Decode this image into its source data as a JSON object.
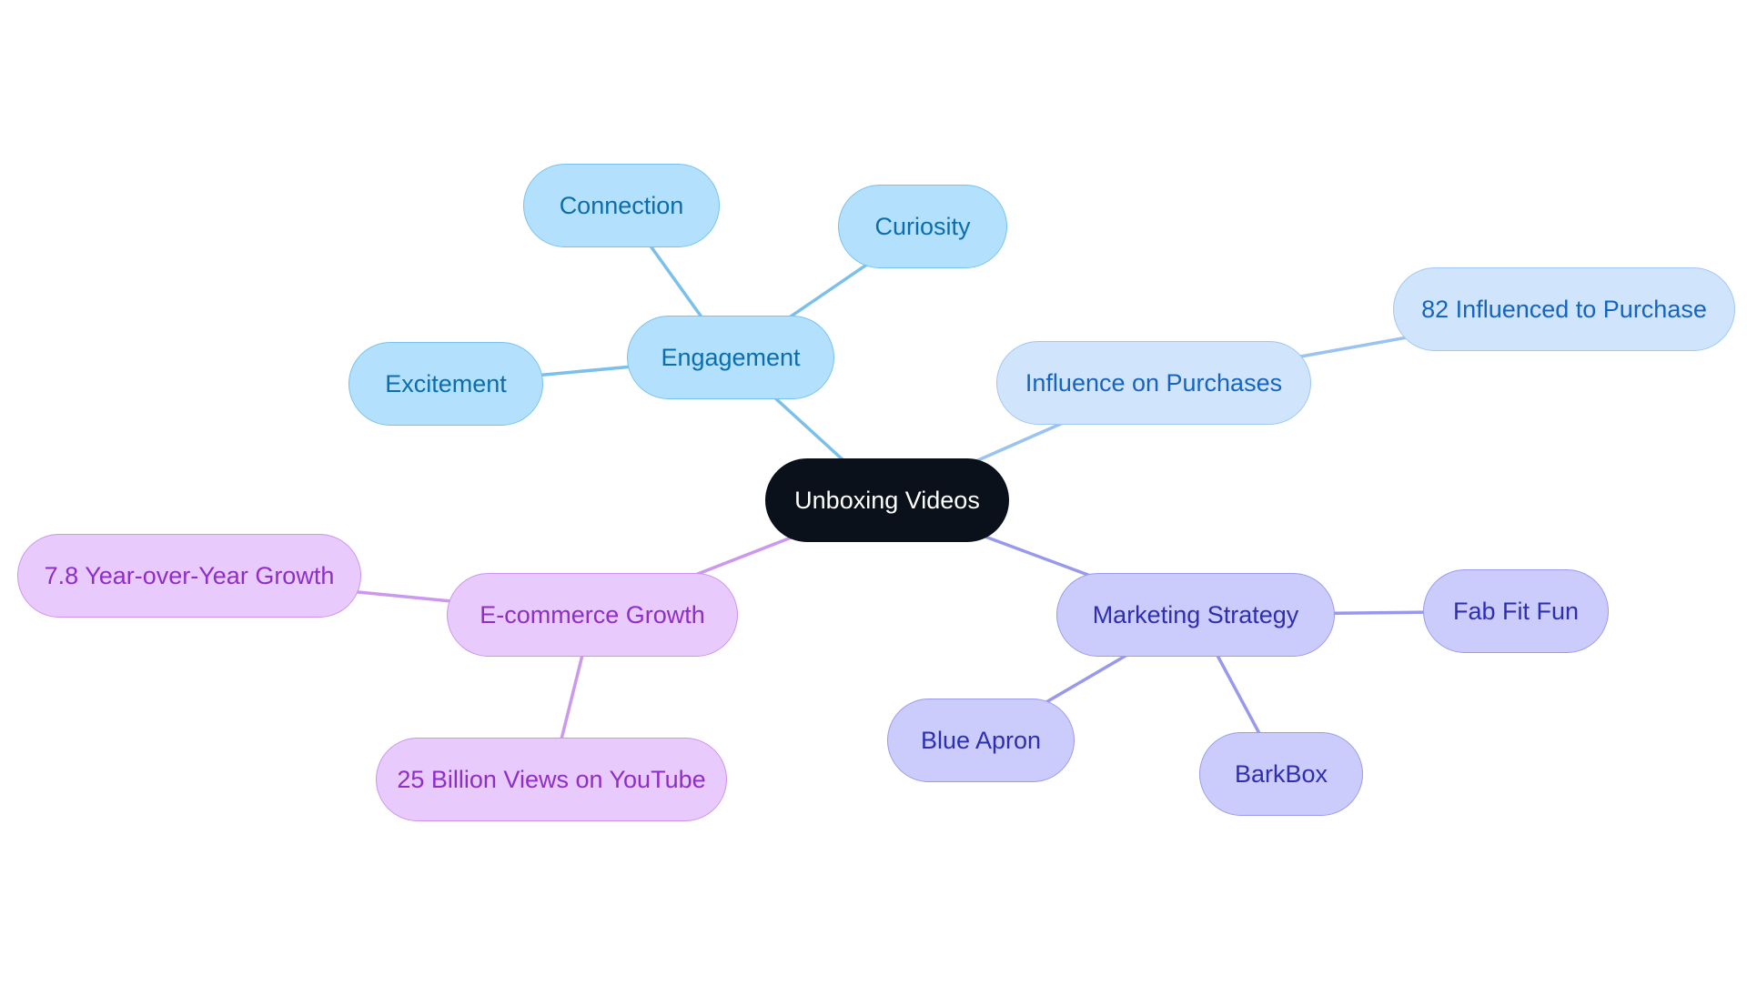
{
  "diagram": {
    "type": "mind-map",
    "root": {
      "label": "Unboxing Videos",
      "color": "#0b111a"
    },
    "branches": {
      "engagement": {
        "label": "Engagement",
        "color": "#7ac0ea",
        "children": {
          "connection": "Connection",
          "curiosity": "Curiosity",
          "excitement": "Excitement"
        }
      },
      "influence": {
        "label": "Influence on Purchases",
        "color": "#9ac3f0",
        "children": {
          "influenced": "82 Influenced to Purchase"
        }
      },
      "marketing": {
        "label": "Marketing Strategy",
        "color": "#9899ec",
        "children": {
          "fabfitfun": "Fab Fit Fun",
          "blueapron": "Blue Apron",
          "barkbox": "BarkBox"
        }
      },
      "ecommerce": {
        "label": "E-commerce Growth",
        "color": "#cc98ee",
        "children": {
          "growth": "7.8 Year-over-Year Growth",
          "views": "25 Billion Views on YouTube"
        }
      }
    }
  }
}
